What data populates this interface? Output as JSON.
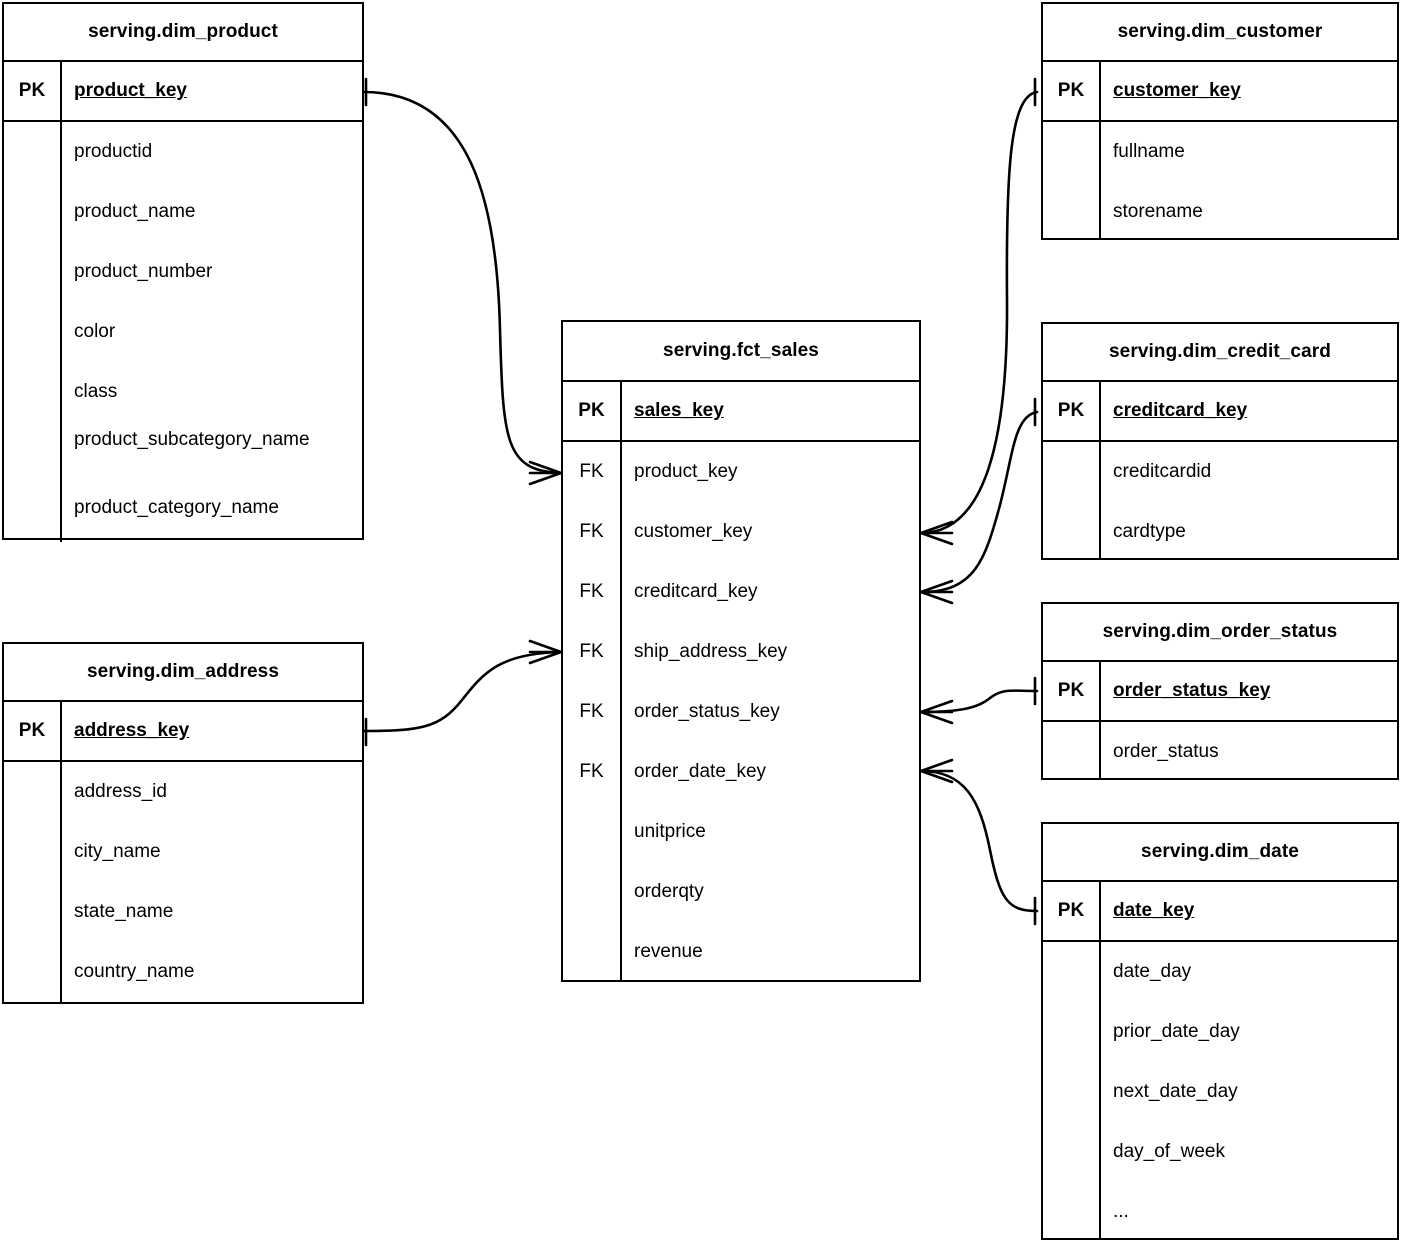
{
  "diagram": {
    "title": "serving schema star model",
    "notation": "crow's-foot ERD",
    "background": "#ffffff",
    "line_color": "#000000"
  },
  "labels": {
    "pk": "PK",
    "fk": "FK"
  },
  "entities": {
    "dim_product": {
      "name": "serving.dim_product",
      "pk": "product_key",
      "attributes": [
        "productid",
        "product_name",
        "product_number",
        "color",
        "class",
        "product_subcategory_name",
        "product_category_name"
      ]
    },
    "dim_address": {
      "name": "serving.dim_address",
      "pk": "address_key",
      "attributes": [
        "address_id",
        "city_name",
        "state_name",
        "country_name"
      ]
    },
    "fct_sales": {
      "name": "serving.fct_sales",
      "pk": "sales_key",
      "foreign_keys": [
        "product_key",
        "customer_key",
        "creditcard_key",
        "ship_address_key",
        "order_status_key",
        "order_date_key"
      ],
      "measures": [
        "unitprice",
        "orderqty",
        "revenue"
      ]
    },
    "dim_customer": {
      "name": "serving.dim_customer",
      "pk": "customer_key",
      "attributes": [
        "fullname",
        "storename"
      ]
    },
    "dim_credit_card": {
      "name": "serving.dim_credit_card",
      "pk": "creditcard_key",
      "attributes": [
        "creditcardid",
        "cardtype"
      ]
    },
    "dim_order_status": {
      "name": "serving.dim_order_status",
      "pk": "order_status_key",
      "attributes": [
        "order_status"
      ]
    },
    "dim_date": {
      "name": "serving.dim_date",
      "pk": "date_key",
      "attributes": [
        "date_day",
        "prior_date_day",
        "next_date_day",
        "day_of_week",
        "..."
      ]
    }
  },
  "relationships": [
    {
      "from": "dim_product.product_key",
      "to": "fct_sales.product_key",
      "from_cardinality": "one",
      "to_cardinality": "many"
    },
    {
      "from": "dim_address.address_key",
      "to": "fct_sales.ship_address_key",
      "from_cardinality": "one",
      "to_cardinality": "many"
    },
    {
      "from": "dim_customer.customer_key",
      "to": "fct_sales.customer_key",
      "from_cardinality": "one",
      "to_cardinality": "many"
    },
    {
      "from": "dim_credit_card.creditcard_key",
      "to": "fct_sales.creditcard_key",
      "from_cardinality": "one",
      "to_cardinality": "many"
    },
    {
      "from": "dim_order_status.order_status_key",
      "to": "fct_sales.order_status_key",
      "from_cardinality": "one",
      "to_cardinality": "many"
    },
    {
      "from": "dim_date.date_key",
      "to": "fct_sales.order_date_key",
      "from_cardinality": "one",
      "to_cardinality": "many"
    }
  ]
}
